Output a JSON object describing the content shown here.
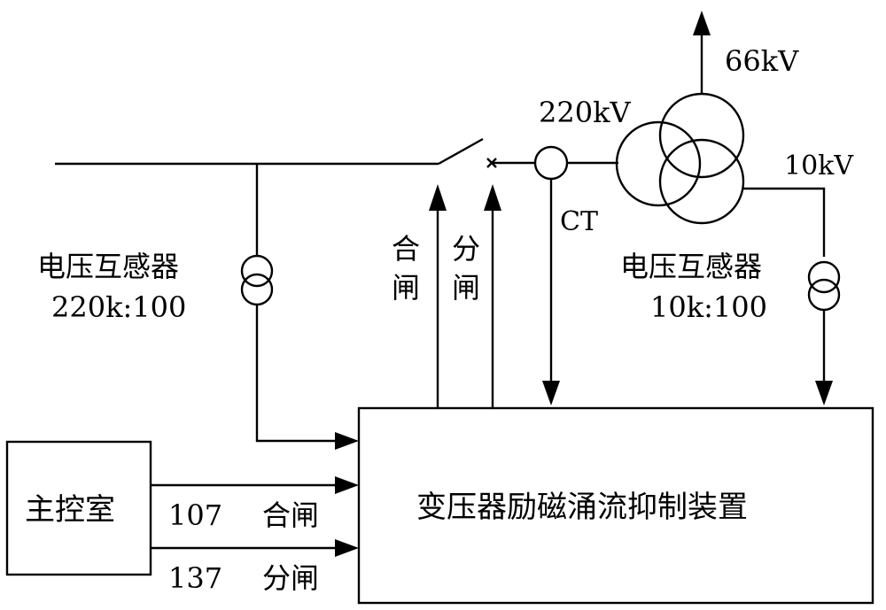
{
  "diagram": {
    "voltage_66kv": "66kV",
    "voltage_220kv": "220kV",
    "voltage_10kv": "10kV",
    "ct_label": "CT",
    "close_label_top": "合",
    "close_label_bottom": "闸",
    "open_label_top": "分",
    "open_label_bottom": "闸",
    "pt_left_name": "电压互感器",
    "pt_left_ratio": "220k:100",
    "pt_right_name": "电压互感器",
    "pt_right_ratio": "10k:100",
    "control_room": "主控室",
    "device": "变压器励磁涌流抑制装置",
    "signal_close_code": "107",
    "signal_close_label": "合闸",
    "signal_open_code": "137",
    "signal_open_label": "分闸"
  }
}
